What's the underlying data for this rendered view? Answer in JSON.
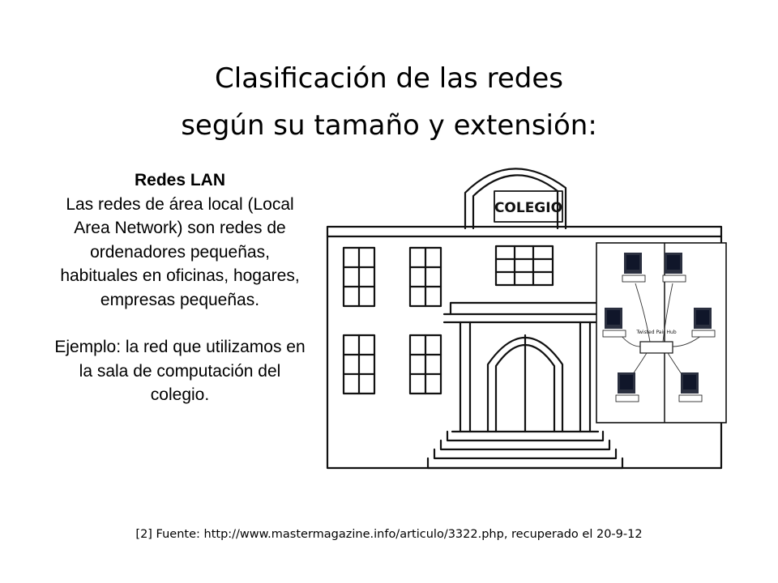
{
  "title": {
    "line1": "Clasificación de las redes",
    "line2": "según su tamaño y extensión:"
  },
  "content": {
    "heading": "Redes LAN",
    "description": "Las redes de área local (Local Area Network) son redes de ordenadores pequeñas, habituales en oficinas, hogares, empresas pequeñas.",
    "example": "Ejemplo: la red que utilizamos en la sala de computación del colegio."
  },
  "illustration": {
    "building_sign": "COLEGIO",
    "hub_label": "Twisted Pair Hub"
  },
  "source": "[2]  Fuente: http://www.mastermagazine.info/articulo/3322.php, recuperado el 20-9-12"
}
